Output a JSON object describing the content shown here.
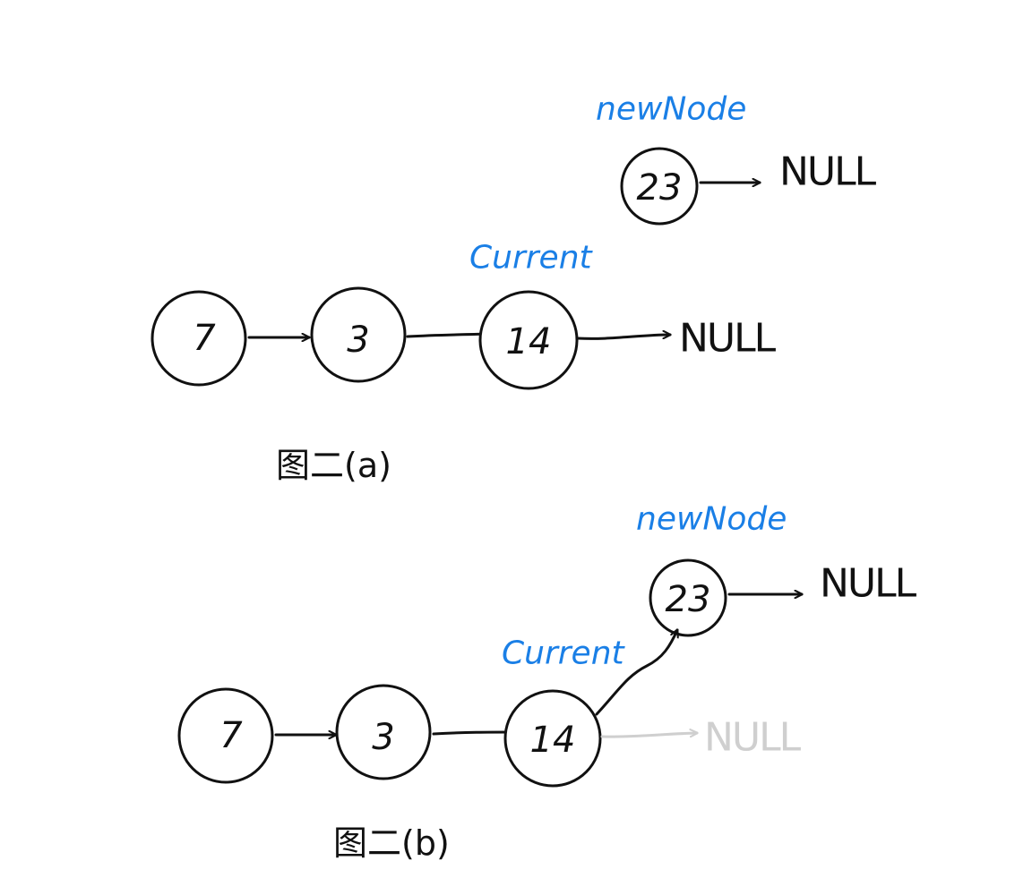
{
  "colors": {
    "ink": "#111111",
    "pointer_label": "#1a7fe6",
    "faded": "#cfcfcf",
    "background": "#ffffff"
  },
  "diagram_a": {
    "caption": "图二(a)",
    "new_node_label": "newNode",
    "new_node_value": "23",
    "new_node_next": "NULL",
    "current_label": "Current",
    "nodes": [
      "7",
      "3",
      "14"
    ],
    "tail_next": "NULL"
  },
  "diagram_b": {
    "caption": "图二(b)",
    "new_node_label": "newNode",
    "new_node_value": "23",
    "new_node_next": "NULL",
    "current_label": "Current",
    "nodes": [
      "7",
      "3",
      "14"
    ],
    "old_next": "NULL"
  }
}
